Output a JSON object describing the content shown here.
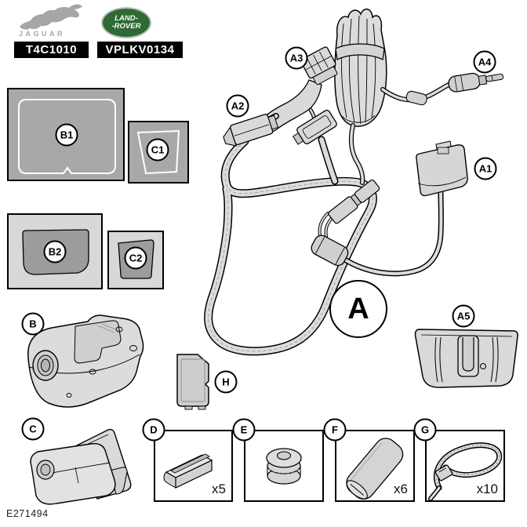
{
  "header": {
    "jaguar_brand": "JAGUAR",
    "jaguar_code": "T4C1010",
    "landrover_line1": "LAND-",
    "landrover_line2": "-ROVER",
    "landrover_code": "VPLKV0134"
  },
  "callouts": {
    "a_main": "A",
    "a1": "A1",
    "a2": "A2",
    "a3": "A3",
    "a4": "A4",
    "a5": "A5",
    "b": "B",
    "b1": "B1",
    "b2": "B2",
    "c": "C",
    "c1": "C1",
    "c2": "C2",
    "d": "D",
    "e": "E",
    "f": "F",
    "g": "G",
    "h": "H"
  },
  "quantities": {
    "d": "x5",
    "f": "x6",
    "g": "x10"
  },
  "figure_number": "E271494",
  "colors": {
    "landrover_green": "#2d6a34",
    "label_box_bg": "#000000",
    "pad_gray": "#a8a8a8",
    "pad_light_gray": "#d8d8d8",
    "pad_dark_gray": "#9c9c9c",
    "part_fill": "#d9d9d9",
    "outline": "#000000"
  }
}
